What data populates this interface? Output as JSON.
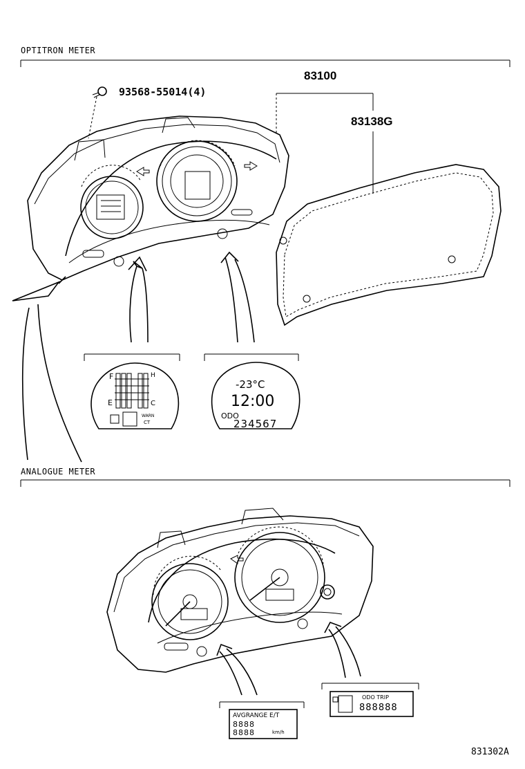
{
  "sections": {
    "optitron_label": "OPTITRON METER",
    "analogue_label": "ANALOGUE METER"
  },
  "parts": {
    "screw": "93568-55014(4)",
    "meter_assembly": "83100",
    "glass": "83138G"
  },
  "detail_left": {
    "f": "F",
    "e": "E",
    "h": "H",
    "c": "C",
    "warn": "WARN",
    "ct": "CT"
  },
  "detail_right": {
    "temp": "-23°C",
    "time": "12:00",
    "odo_label": "ODO",
    "odo_value": "234567"
  },
  "analogue_details": {
    "left_title": "AVGRANGE E/T",
    "left_digits_top": "8888",
    "left_digits_bottom": "8888",
    "left_unit": "km/h",
    "right_title": "ODO TRIP",
    "right_digits": "888888"
  },
  "figure_code": "831302A"
}
